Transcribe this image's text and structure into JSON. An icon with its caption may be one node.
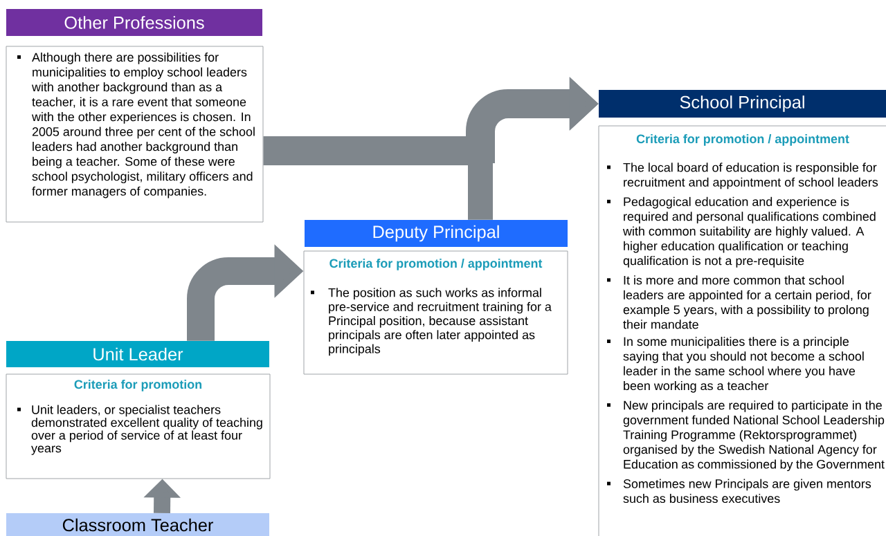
{
  "diagram": {
    "nodes": [
      {
        "text": [
          "Other Professions"
        ]
      },
      {
        "text": [
          "Although there are possibilities for municipalities to employ school leaders with another background than as a teacher, it is a rare event that someone with the other experiences is chosen. In 2005 around three per cent of the school leaders had another background than being a teacher. Some of these were school psychologist, military officers and former managers of companies."
        ]
      },
      {
        "text": [
          "School Principal"
        ]
      },
      {
        "text": [
          "Criteria for promotion / appointment",
          "The local board of education is responsible for recruitment and appointment of school leaders",
          "Pedagogical education and experience is required and personal qualifications combined with common suitability are highly valued. A higher education qualification or teaching qualification is not a pre-requisite",
          "It is more and more common that school leaders are  appointed for a certain period, for example 5 years, with a possibility to prolong their mandate",
          "In some municipalities there is a principle saying that you should not become a school leader in the same school where you have been working as a teacher",
          "New principals are required to participate in the government funded National School Leadership Training Programme (Rektorsprogrammet) organised by the Swedish National Agency for Education as commissioned by the Government",
          "Sometimes new Principals are given mentors such as business executives"
        ]
      },
      {
        "text": [
          "Deputy Principal"
        ]
      },
      {
        "text": [
          "Criteria for promotion / appointment",
          "The position as such works as informal pre-service and recruitment training for a Principal position, because assistant principals are often later appointed as principals"
        ]
      },
      {
        "text": [
          "Unit Leader"
        ]
      },
      {
        "text": [
          "Criteria for promotion",
          "Unit leaders, or specialist teachers demonstrated excellent quality of teaching over a period of service of at least four years"
        ]
      },
      {
        "text": [
          "Classroom Teacher"
        ]
      }
    ],
    "edges": [
      {
        "from": 1,
        "to": 2,
        "arrow": "to"
      },
      {
        "from": 4,
        "to": 2,
        "arrow": "to"
      },
      {
        "from": 6,
        "to": 5,
        "arrow": "to"
      },
      {
        "from": 8,
        "to": 7,
        "arrow": "to"
      }
    ]
  }
}
